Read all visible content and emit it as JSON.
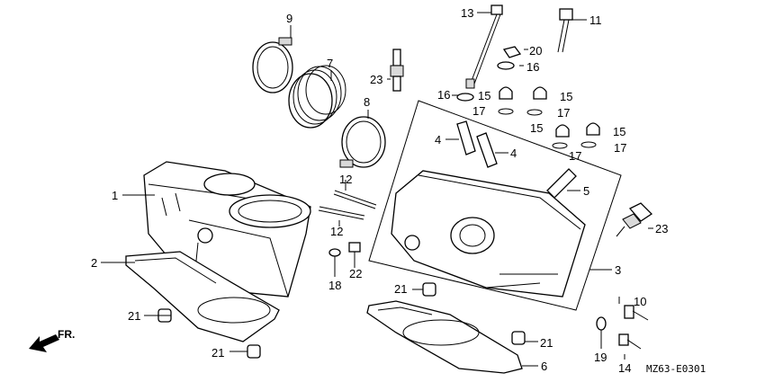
{
  "callouts": [
    "1",
    "2",
    "3",
    "4",
    "4",
    "5",
    "6",
    "7",
    "8",
    "9",
    "10",
    "11",
    "12",
    "12",
    "13",
    "14",
    "15",
    "15",
    "15",
    "15",
    "16",
    "16",
    "17",
    "17",
    "17",
    "17",
    "18",
    "19",
    "20",
    "21",
    "21",
    "21",
    "21",
    "22",
    "23",
    "23"
  ],
  "direction_label": "FR.",
  "diagram_code": "MZ63-E0301",
  "colors": {
    "line": "#000000",
    "background": "#ffffff"
  }
}
